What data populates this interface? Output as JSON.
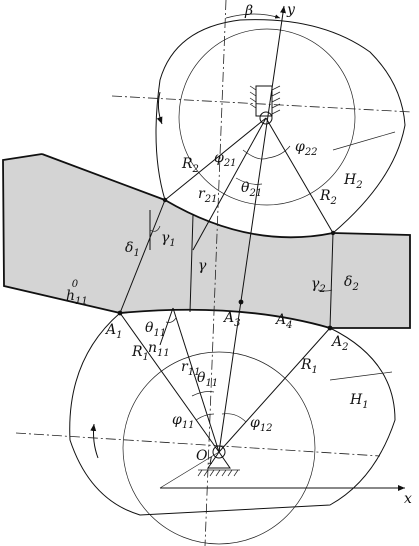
{
  "labels": {
    "beta": "β",
    "y_axis": "y",
    "x_axis": "x",
    "phi21": "φ21",
    "phi22": "φ22",
    "theta21": "θ21",
    "R2_left": "R2",
    "R2_right": "R2",
    "r21": "r21",
    "H2": "H2",
    "delta1": "δ1",
    "gamma1": "γ1",
    "gamma": "γ",
    "gamma2": "γ2",
    "delta2": "δ2",
    "h11_0": "h0 11",
    "A1": "A1",
    "A3": "A3",
    "A4": "A4",
    "A2": "A2",
    "theta11_top": "θ11",
    "n11": "n11",
    "R1_left": "R1",
    "R1_right": "R1",
    "r11": "r11",
    "theta11": "θ11",
    "H1": "H1",
    "phi11": "φ11",
    "phi12": "φ12",
    "O1": "O1"
  },
  "label_parts": {
    "phi21": [
      "φ",
      "21"
    ],
    "phi22": [
      "φ",
      "22"
    ],
    "theta21": [
      "θ",
      "21"
    ],
    "R2_left": [
      "R",
      "2"
    ],
    "R2_right": [
      "R",
      "2"
    ],
    "r21": [
      "r",
      "21"
    ],
    "H2": [
      "H",
      "2"
    ],
    "delta1": [
      "δ",
      "1"
    ],
    "gamma1": [
      "γ",
      "1"
    ],
    "gamma2": [
      "γ",
      "2"
    ],
    "delta2": [
      "δ",
      "2"
    ],
    "A1": [
      "A",
      "1"
    ],
    "A3": [
      "A",
      "3"
    ],
    "A4": [
      "A",
      "4"
    ],
    "A2": [
      "A",
      "2"
    ],
    "theta11_top": [
      "θ",
      "11"
    ],
    "n11": [
      "n",
      "11"
    ],
    "R1_left": [
      "R",
      "1"
    ],
    "R1_right": [
      "R",
      "1"
    ],
    "r11": [
      "r",
      "11"
    ],
    "theta11": [
      "θ",
      "11"
    ],
    "H1": [
      "H",
      "1"
    ],
    "phi11": [
      "φ",
      "11"
    ],
    "phi12": [
      "φ",
      "12"
    ],
    "O1": [
      "O",
      "1"
    ]
  },
  "colors": {
    "strip_fill": "#d4d4d4",
    "line": "#111111"
  }
}
